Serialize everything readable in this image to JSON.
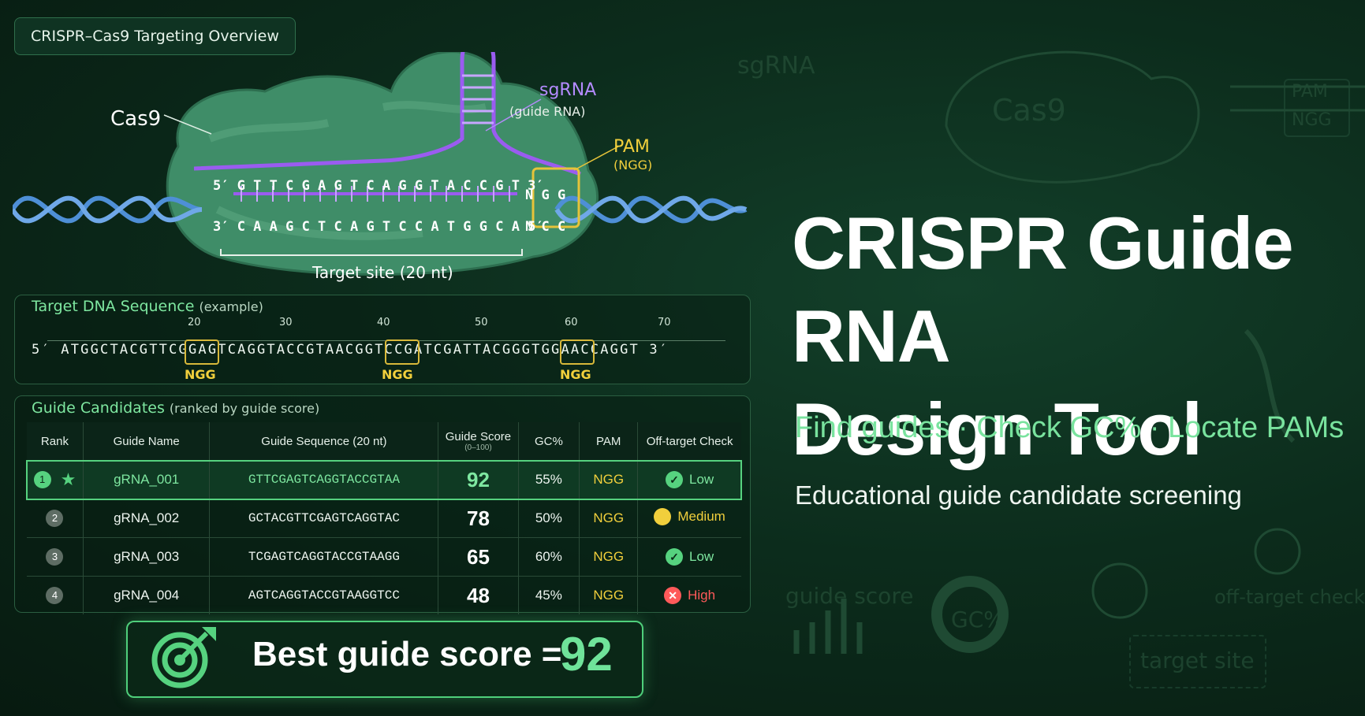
{
  "overview": {
    "tag": "CRISPR–Cas9 Targeting Overview",
    "cas9_label": "Cas9",
    "sgrna_label": "sgRNA",
    "sgrna_sub": "(guide RNA)",
    "pam_label": "PAM",
    "pam_sub": "(NGG)",
    "top_strand": "5′ G T T C G A G T C A G G T A C C G T 3′",
    "bottom_strand": "3′ C A A G C T C A G T C C A T G G C A 5′",
    "pam_top": "N G G",
    "pam_bottom": "N C C",
    "target_site": "Target site (20 nt)"
  },
  "sequence": {
    "title": "Target DNA Sequence",
    "title_note": "(example)",
    "ticks": [
      "20",
      "30",
      "40",
      "50",
      "60",
      "70"
    ],
    "seq": "5′ ATGGCTACGTTCGGAGTCAGGTACCGTAACGGTCCGATCGATTACGGGTGGAACCAGGT 3′",
    "ngg_labels": [
      "NGG",
      "NGG",
      "NGG"
    ]
  },
  "candidates": {
    "title": "Guide Candidates",
    "title_note": "(ranked by guide score)",
    "headers": {
      "rank": "Rank",
      "name": "Guide Name",
      "sequence": "Guide Sequence (20 nt)",
      "score": "Guide Score",
      "score_sub": "(0–100)",
      "gc": "GC%",
      "pam": "PAM",
      "offtarget": "Off-target Check"
    },
    "rows": [
      {
        "rank": "1",
        "name": "gRNA_001",
        "sequence": "GTTCGAGTCAGGTACCGTAA",
        "score": "92",
        "gc": "55%",
        "pam": "NGG",
        "offtarget": "Low"
      },
      {
        "rank": "2",
        "name": "gRNA_002",
        "sequence": "GCTACGTTCGAGTCAGGTAC",
        "score": "78",
        "gc": "50%",
        "pam": "NGG",
        "offtarget": "Medium"
      },
      {
        "rank": "3",
        "name": "gRNA_003",
        "sequence": "TCGAGTCAGGTACCGTAAGG",
        "score": "65",
        "gc": "60%",
        "pam": "NGG",
        "offtarget": "Low"
      },
      {
        "rank": "4",
        "name": "gRNA_004",
        "sequence": "AGTCAGGTACCGTAAGGTCC",
        "score": "48",
        "gc": "45%",
        "pam": "NGG",
        "offtarget": "High"
      }
    ]
  },
  "best": {
    "label": "Best guide score =",
    "value": "92"
  },
  "title": {
    "line1": "CRISPR Guide RNA",
    "line2": "Design Tool",
    "tagline": "Find guides · Check GC% · Locate PAMs",
    "subline": "Educational guide candidate screening"
  },
  "background_words": {
    "sgrna": "sgRNA",
    "cas9": "Cas9",
    "pam": "PAM",
    "ngg": "NGG",
    "guide_score": "guide score",
    "gc": "GC%",
    "offtarget": "off-target check",
    "target_site": "target site"
  },
  "colors": {
    "accent_green": "#56d27f",
    "pam_yellow": "#f1cf3c",
    "sgrna_purple": "#9a5cf0",
    "high_red": "#ff5a5a"
  }
}
